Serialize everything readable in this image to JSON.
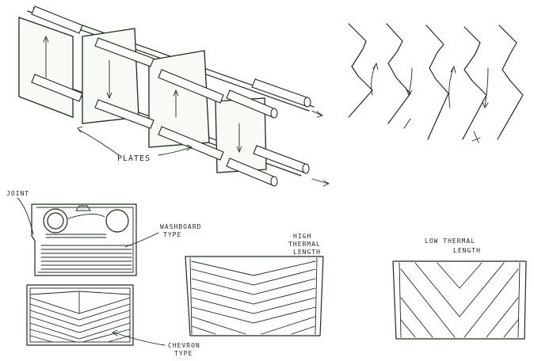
{
  "labels": {
    "plates": "PLATES",
    "joint": "JOINT",
    "washboard_line1": "WASHBOARD",
    "washboard_line2": "TYPE",
    "chevron_line1": "CHEVRON",
    "chevron_line2": "TYPE",
    "high_line1": "HIGH",
    "high_line2": "THERMAL",
    "high_line3": "LENGTH",
    "low_line1": "LOW THERMAL",
    "low_line2": "LENGTH"
  },
  "colors": {
    "ink": "#1a2e1a",
    "paper": "#ffffff",
    "plate_fill": "#f7faf5"
  }
}
